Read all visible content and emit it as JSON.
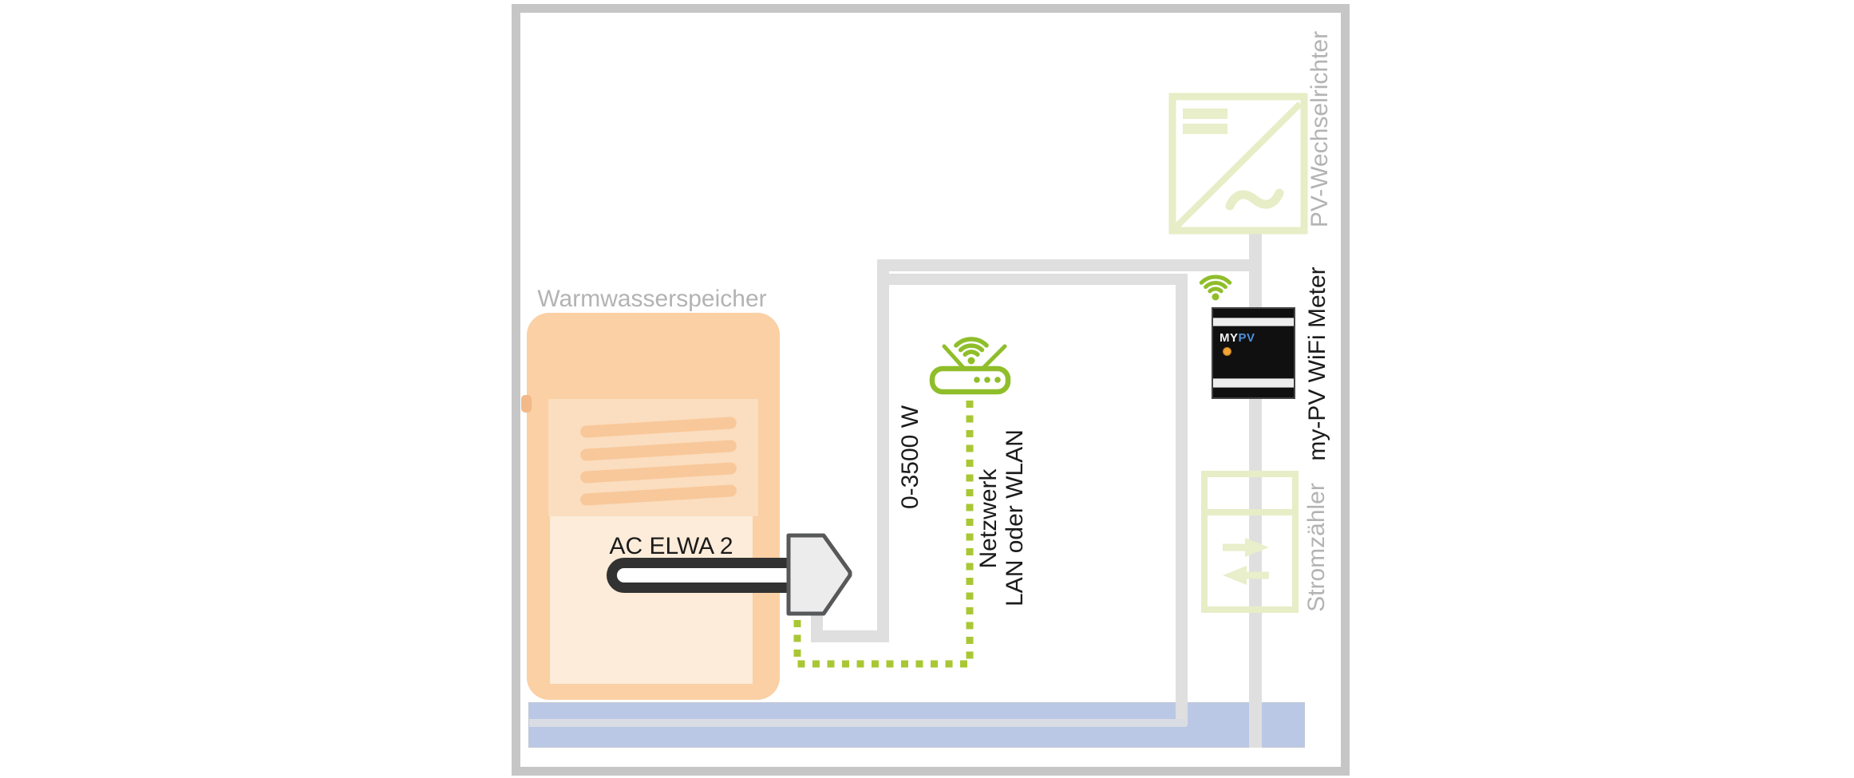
{
  "labels": {
    "tank": "Warmwasserspeicher",
    "heating_element": "AC ELWA 2",
    "power_range": "0-3500 W",
    "network_line1": "Netzwerk",
    "network_line2": "LAN oder WLAN",
    "wifi_meter": "my-PV WiFi Meter",
    "inverter": "PV-Wechselrichter",
    "grid_meter": "Stromzähler"
  },
  "wifi_meter_device": {
    "logo_part1": "MY",
    "logo_part2": "PV"
  },
  "icons": {
    "router-icon": "wifi router with two antennas and three status dots",
    "wifi-icon": "wifi signal arcs above meter device",
    "inverter-icon": "square with diagonal, DC bars top-left, AC tilde bottom-right",
    "grid-meter-icon": "box with right and left arrows (import/export)",
    "heating-element-arrow": "gray arrow head of immersion heater",
    "network-dotted-line": "green dotted LAN/WLAN connection",
    "power-lines": "light gray electrical wiring"
  },
  "colors": {
    "accent_green": "#8fbe2a",
    "dotted_line_green": "#a9c734",
    "pale_green_devices": "#e7edc6",
    "tank_orange": "#fad0a4",
    "bus_bar_blue": "#bac8e6",
    "wiring_gray": "#dfdfdf",
    "frame_gray": "#c6c6c6",
    "label_gray": "#b3b3b3",
    "text_black": "#1b1b1b",
    "logo_blue": "#4e8fd8",
    "led_orange": "#f1a433"
  }
}
